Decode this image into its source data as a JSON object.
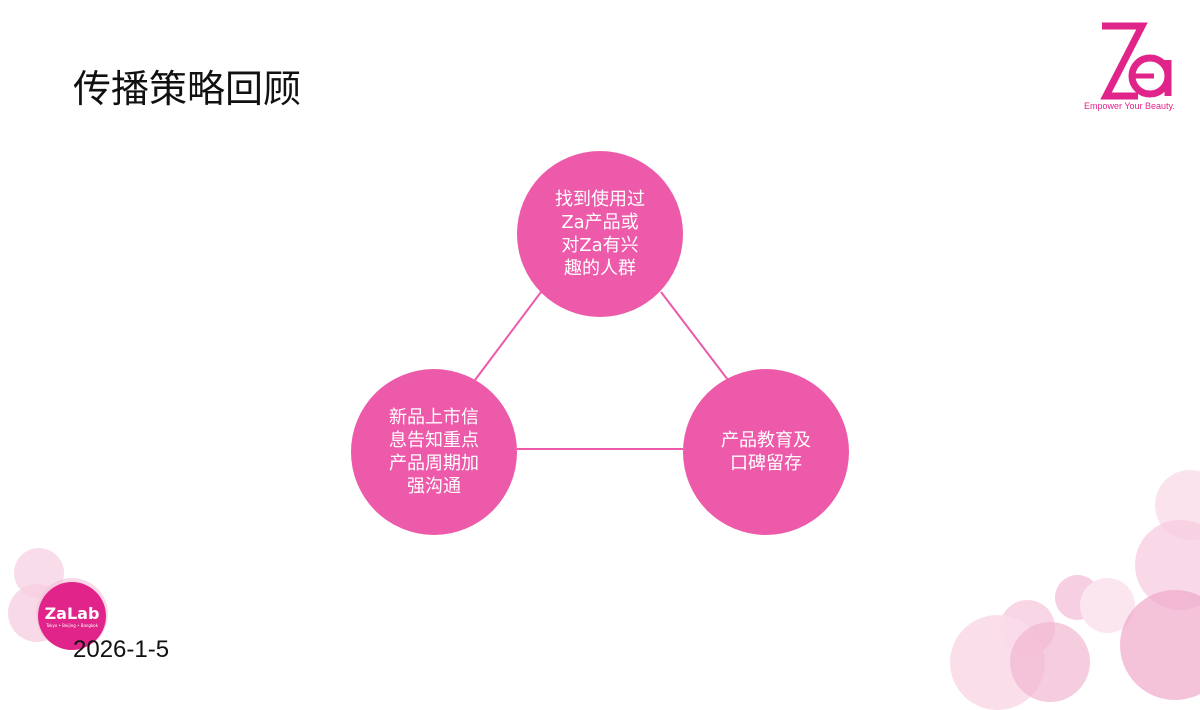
{
  "slide": {
    "title": "传播策略回顾",
    "date": "2026-1-5",
    "brand": {
      "logo_text": "Za",
      "tagline": "Empower Your Beauty.",
      "lab_logo_text": "ZaLab",
      "lab_logo_sub": "Tokyo • Beijing • Bangkok",
      "color": "#e0248a"
    },
    "diagram": {
      "node_color": "#ec5aa9",
      "nodes": [
        {
          "label": "找到使用过Za产品或对Za有兴趣的人群"
        },
        {
          "label": "新品上市信息告知重点产品周期加强沟通"
        },
        {
          "label": "产品教育及口碑留存"
        }
      ]
    }
  }
}
